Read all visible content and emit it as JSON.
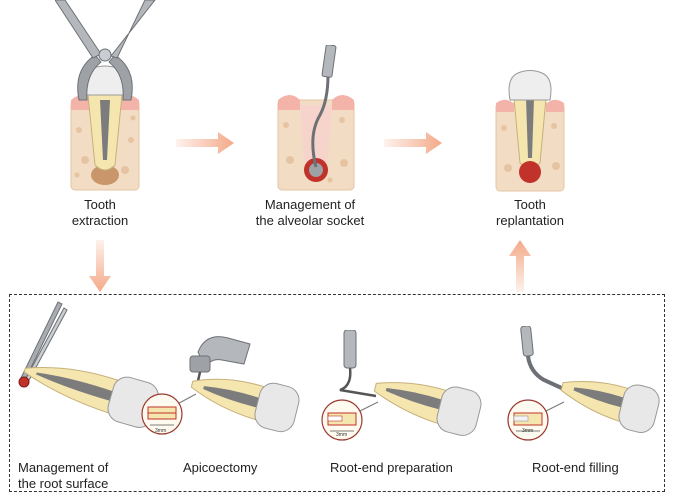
{
  "top_steps": [
    {
      "line1": "Tooth",
      "line2": "extraction"
    },
    {
      "line1": "Management of",
      "line2": "the alveolar socket"
    },
    {
      "line1": "Tooth",
      "line2": "replantation"
    }
  ],
  "bottom_steps": [
    {
      "line1": "Management of",
      "line2": "the root surface"
    },
    {
      "line1": "Apicoectomy"
    },
    {
      "line1": "Root-end preparation"
    },
    {
      "line1": "Root-end filling"
    }
  ],
  "measure_label": "3mm",
  "colors": {
    "arrow": "#f4a988",
    "bone": "#f2dcc4",
    "gum": "#f4b3a9",
    "root": "#f5e6b0",
    "pulp": "#7c7c7c",
    "blood": "#c0322a",
    "steel": "#a9adb2",
    "dash_border": "#333333"
  }
}
